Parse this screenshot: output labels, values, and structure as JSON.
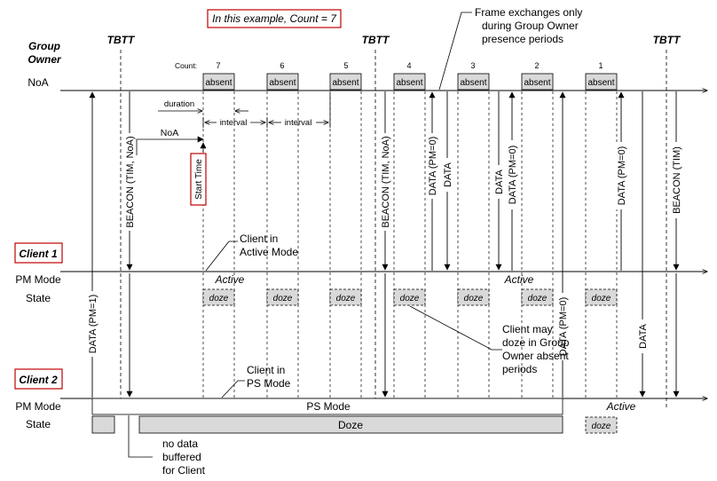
{
  "example_note": "In this example, Count = 7",
  "group_owner": {
    "label_line1": "Group",
    "label_line2": "Owner",
    "noa_label": "NoA"
  },
  "tbtt_label": "TBTT",
  "count_label": "Count:",
  "counts": [
    "7",
    "6",
    "5",
    "4",
    "3",
    "2",
    "1"
  ],
  "absent_label": "absent",
  "duration_label": "duration",
  "interval_label": "interval",
  "noa_small_label": "NoA",
  "start_time_label": "Start Time",
  "frame_note": [
    "Frame exchanges only",
    "during Group Owner",
    "presence periods"
  ],
  "arrows": {
    "beacon_tim_noa": "BEACON (TIM, NoA)",
    "data_pm0": "DATA (PM=0)",
    "data": "DATA",
    "beacon_tim": "BEACON (TIM)",
    "data_pm1": "DATA (PM=1)"
  },
  "client1": {
    "title": "Client 1",
    "pm_mode_label": "PM Mode",
    "state_label": "State",
    "active_label": "Active",
    "doze_label": "doze",
    "note_active": [
      "Client in",
      "Active Mode"
    ],
    "note_doze": [
      "Client may",
      "doze in Group",
      "Owner absent",
      "periods"
    ]
  },
  "client2": {
    "title": "Client 2",
    "pm_mode_label": "PM Mode",
    "state_label": "State",
    "ps_mode_label": "PS Mode",
    "active_label": "Active",
    "doze_big_label": "Doze",
    "doze_label": "doze",
    "note_ps": [
      "Client in",
      "PS Mode"
    ],
    "note_nodata": [
      "no data",
      "buffered",
      "for Client"
    ]
  },
  "colors": {
    "accent_red": "#c00000",
    "box_fill": "#d9d9d9",
    "line": "#000000"
  }
}
